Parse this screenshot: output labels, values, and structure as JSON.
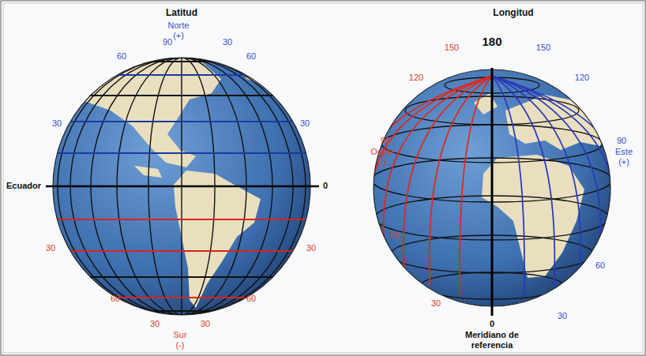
{
  "diagram": {
    "labels": [
      "Latitud",
      "Norte",
      "(+)",
      "90",
      "30",
      "60",
      "60",
      "30",
      "30",
      "Ecuador",
      "0",
      "30",
      "30",
      "60",
      "60",
      "30",
      "30",
      "Sur",
      "(-)",
      "Longitud",
      "180",
      "150",
      "150",
      "120",
      "120",
      "90",
      "Oeste",
      "(-)",
      "90",
      "Este",
      "(+)",
      "60",
      "60",
      "30",
      "30",
      "0",
      "Meridiano de referencia"
    ]
  }
}
